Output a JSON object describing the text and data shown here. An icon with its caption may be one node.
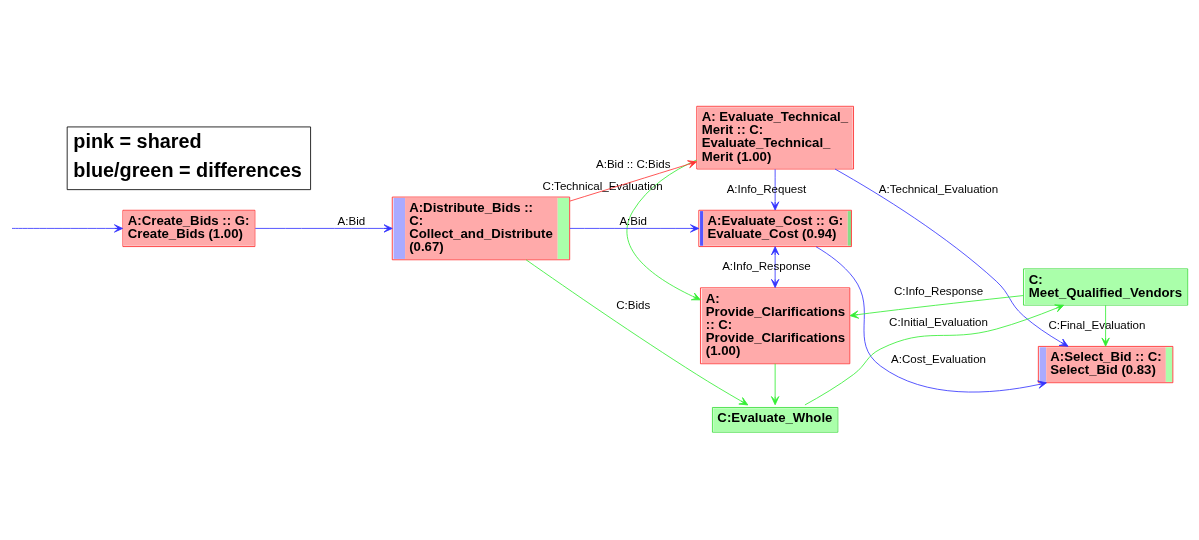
{
  "diagram": {
    "nodes": [
      {
        "text": [
          "A:Create_Bids :: G: Create_Bids (1.00)"
        ]
      },
      {
        "text": [
          "A:Distribute_Bids :: C: Collect_and_Distribute (0.67)"
        ]
      },
      {
        "text": [
          "A: Evaluate_Technical_ Merit :: C: Evaluate_Technical_ Merit (1.00)"
        ]
      },
      {
        "text": [
          "A:Evaluate_Cost :: G: Evaluate_Cost (0.94)"
        ]
      },
      {
        "text": [
          "A: Provide_Clarifications :: C: Provide_Clarifications (1.00)"
        ]
      },
      {
        "text": [
          "C:Evaluate_Whole"
        ]
      },
      {
        "text": [
          "A:Select_Bid :: C: Select_Bid (0.83)"
        ]
      },
      {
        "text": [
          "C: Meet_Qualified_Vendors"
        ]
      }
    ],
    "edges": [
      {
        "from": null,
        "to": 0,
        "arrow": "to"
      },
      {
        "from": 0,
        "to": 1,
        "arrow": "to",
        "label": "A:Bid"
      },
      {
        "from": 1,
        "to": 2,
        "arrow": "to",
        "label": "A:Bid :: C:Bids",
        "color": "#ff3333"
      },
      {
        "from": 1,
        "to": 3,
        "arrow": "to",
        "label": "A:Bid"
      },
      {
        "from": 1,
        "to": 5,
        "arrow": "to",
        "label": "C:Bids",
        "color": "#33ee33"
      },
      {
        "from": 2,
        "to": 6,
        "arrow": "to",
        "label": "A:Technical_Evaluation"
      },
      {
        "from": 2,
        "to": 3,
        "arrow": "to",
        "label": "A:Info_Request"
      },
      {
        "from": 3,
        "to": 6,
        "arrow": "to",
        "label": "A:Cost_Evaluation"
      },
      {
        "from": 3,
        "to": 4,
        "arrow": "both",
        "label": "A:Info_Response"
      },
      {
        "from": 2,
        "to": 4,
        "arrow": "to",
        "label": "C:Technical_Evaluation",
        "color": "#33ee33"
      },
      {
        "from": 4,
        "to": 5,
        "arrow": "to",
        "color": "#33ee33"
      },
      {
        "from": 5,
        "to": 7,
        "arrow": "to",
        "label": "C:Initial_Evaluation",
        "color": "#33ee33"
      },
      {
        "from": 7,
        "to": 4,
        "arrow": "to",
        "label": "C:Info_Response",
        "color": "#33ee33"
      },
      {
        "from": 7,
        "to": 6,
        "arrow": "to",
        "label": "C:Final_Evaluation",
        "color": "#33ee33"
      }
    ],
    "labels": [
      "pink = shared",
      "blue/green = differences"
    ]
  }
}
